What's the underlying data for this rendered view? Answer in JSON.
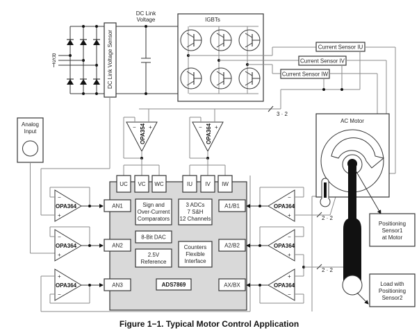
{
  "figure": {
    "caption": "Figure 1−1.  Typical Motor Control Application"
  },
  "power_stage": {
    "phase_inputs": [
      "R",
      "S",
      "T"
    ],
    "dc_link_sensor_label": "DC Link Voltage Sensor",
    "dc_link_voltage_label_line1": "DC Link",
    "dc_link_voltage_label_line2": "Voltage",
    "igbt_label": "IGBTs"
  },
  "current_sensors": [
    {
      "label": "Current Sensor IU"
    },
    {
      "label": "Current Sensor IV"
    },
    {
      "label": "Current Sensor IW"
    }
  ],
  "bus_labels": {
    "top_bus": "3 · 2",
    "sensor1_bus": "2 · 2",
    "sensor2_bus": "2 · 2"
  },
  "analog_input": {
    "line1": "Analog",
    "line2": "Input"
  },
  "top_opamps": [
    {
      "label": "OPA354",
      "minus": "−",
      "plus": "+"
    },
    {
      "label": "OPA364",
      "minus": "−",
      "plus": "+"
    }
  ],
  "left_opamps": [
    {
      "label": "OPA364",
      "minus": "−",
      "plus": "+"
    },
    {
      "label": "OPA364",
      "minus": "−",
      "plus": "+"
    },
    {
      "label": "OPA364",
      "minus": "−",
      "plus": "+"
    }
  ],
  "right_opamps": [
    {
      "label": "OPA364",
      "minus": "−",
      "plus": "+"
    },
    {
      "label": "OPA364",
      "minus": "−",
      "plus": "+"
    },
    {
      "label": "OPA364",
      "minus": "−",
      "plus": "+"
    }
  ],
  "ads7869": {
    "name": "ADS7869",
    "top_pins": [
      "UC",
      "VC",
      "WC",
      "IU",
      "IV",
      "IW"
    ],
    "left_pins": [
      "AN1",
      "AN2",
      "AN3"
    ],
    "right_pins": [
      "A1/B1",
      "A2/B2",
      "AX/BX"
    ],
    "blocks": {
      "comparators": [
        "Sign and",
        "Over-Current",
        "Comparators"
      ],
      "adcs": [
        "3 ADCs",
        "7 S&H",
        "12 Channels"
      ],
      "dac": "8-Bit DAC",
      "reference": [
        "2.5V",
        "Reference"
      ],
      "counters": [
        "Counters",
        "Flexible",
        "Interface"
      ]
    }
  },
  "motor": {
    "label": "AC Motor"
  },
  "position_sensors": {
    "sensor1": [
      "Positioning",
      "Sensor1",
      "at Motor"
    ],
    "sensor2": [
      "Load with",
      "Positioning",
      "Sensor2"
    ]
  },
  "colors": {
    "chip_fill": "#d9d9d9",
    "wire": "#8a8a8a",
    "outline": "#333333"
  }
}
